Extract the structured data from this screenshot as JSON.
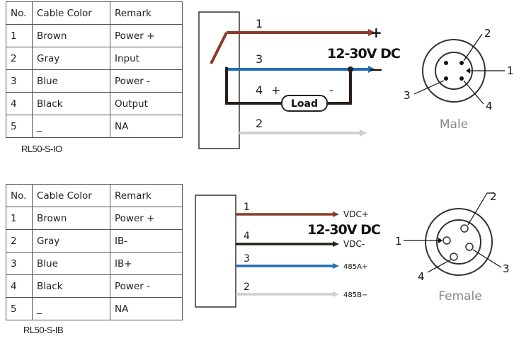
{
  "colors": {
    "brown": "#8b3a2a",
    "blue": "#1f6fb5",
    "black": "#2a1e1a",
    "gray": "#cfcfcf"
  },
  "table1": {
    "headers": [
      "No.",
      "Cable Color",
      "Remark"
    ],
    "rows": [
      [
        "1",
        "Brown",
        "Power +"
      ],
      [
        "2",
        "Gray",
        "Input"
      ],
      [
        "3",
        "Blue",
        "Power -"
      ],
      [
        "4",
        "Black",
        "Output"
      ],
      [
        "5",
        "_",
        "NA"
      ]
    ],
    "caption": "RL50-S-IO"
  },
  "table2": {
    "headers": [
      "No.",
      "Cable Color",
      "Remark"
    ],
    "rows": [
      [
        "1",
        "Brown",
        "Power +"
      ],
      [
        "2",
        "Gray",
        "IB-"
      ],
      [
        "3",
        "Blue",
        "IB+"
      ],
      [
        "4",
        "Black",
        "Power -"
      ],
      [
        "5",
        "_",
        "NA"
      ]
    ],
    "caption": "RL50-S-IB"
  },
  "wiring1": {
    "wire_labels": [
      "1",
      "3",
      "4",
      "2"
    ],
    "plus_sign": "+",
    "minus_sign": "—",
    "supply": "12-30V DC",
    "load_label": "Load",
    "load_plus": "+",
    "load_minus": "-"
  },
  "wiring2": {
    "wire_labels": [
      "1",
      "4",
      "3",
      "2"
    ],
    "supply": "12-30V DC",
    "terminals": [
      "VDC+",
      "VDC-",
      "485A+",
      "485B−"
    ]
  },
  "connector_male": {
    "label": "Male",
    "pins": [
      "1",
      "2",
      "3",
      "4"
    ]
  },
  "connector_female": {
    "label": "Female",
    "pins": [
      "1",
      "2",
      "3",
      "4"
    ]
  }
}
